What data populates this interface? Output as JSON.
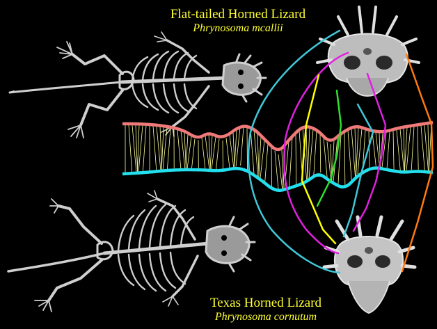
{
  "species_top": {
    "common_name": "Flat-tailed Horned Lizard",
    "scientific_name": "Phrynosoma mcallii"
  },
  "species_bottom": {
    "common_name": "Texas Horned Lizard",
    "scientific_name": "Phrynosoma cornutum"
  },
  "colors": {
    "background": "#000000",
    "label_text": "#ffff33",
    "top_outline": "#f07a7a",
    "bottom_outline": "#22e0ee",
    "correspondence_lines": "#ffff99",
    "link_cyan": "#40c8d8",
    "link_magenta": "#e020e0",
    "link_yellow": "#ffff00",
    "link_green": "#30e030",
    "link_orange": "#ff7a10",
    "bone": "#cfcfcf"
  },
  "icons": [
    "skeleton-top-icon",
    "skeleton-bottom-icon",
    "skull-top-icon",
    "skull-bottom-icon"
  ]
}
